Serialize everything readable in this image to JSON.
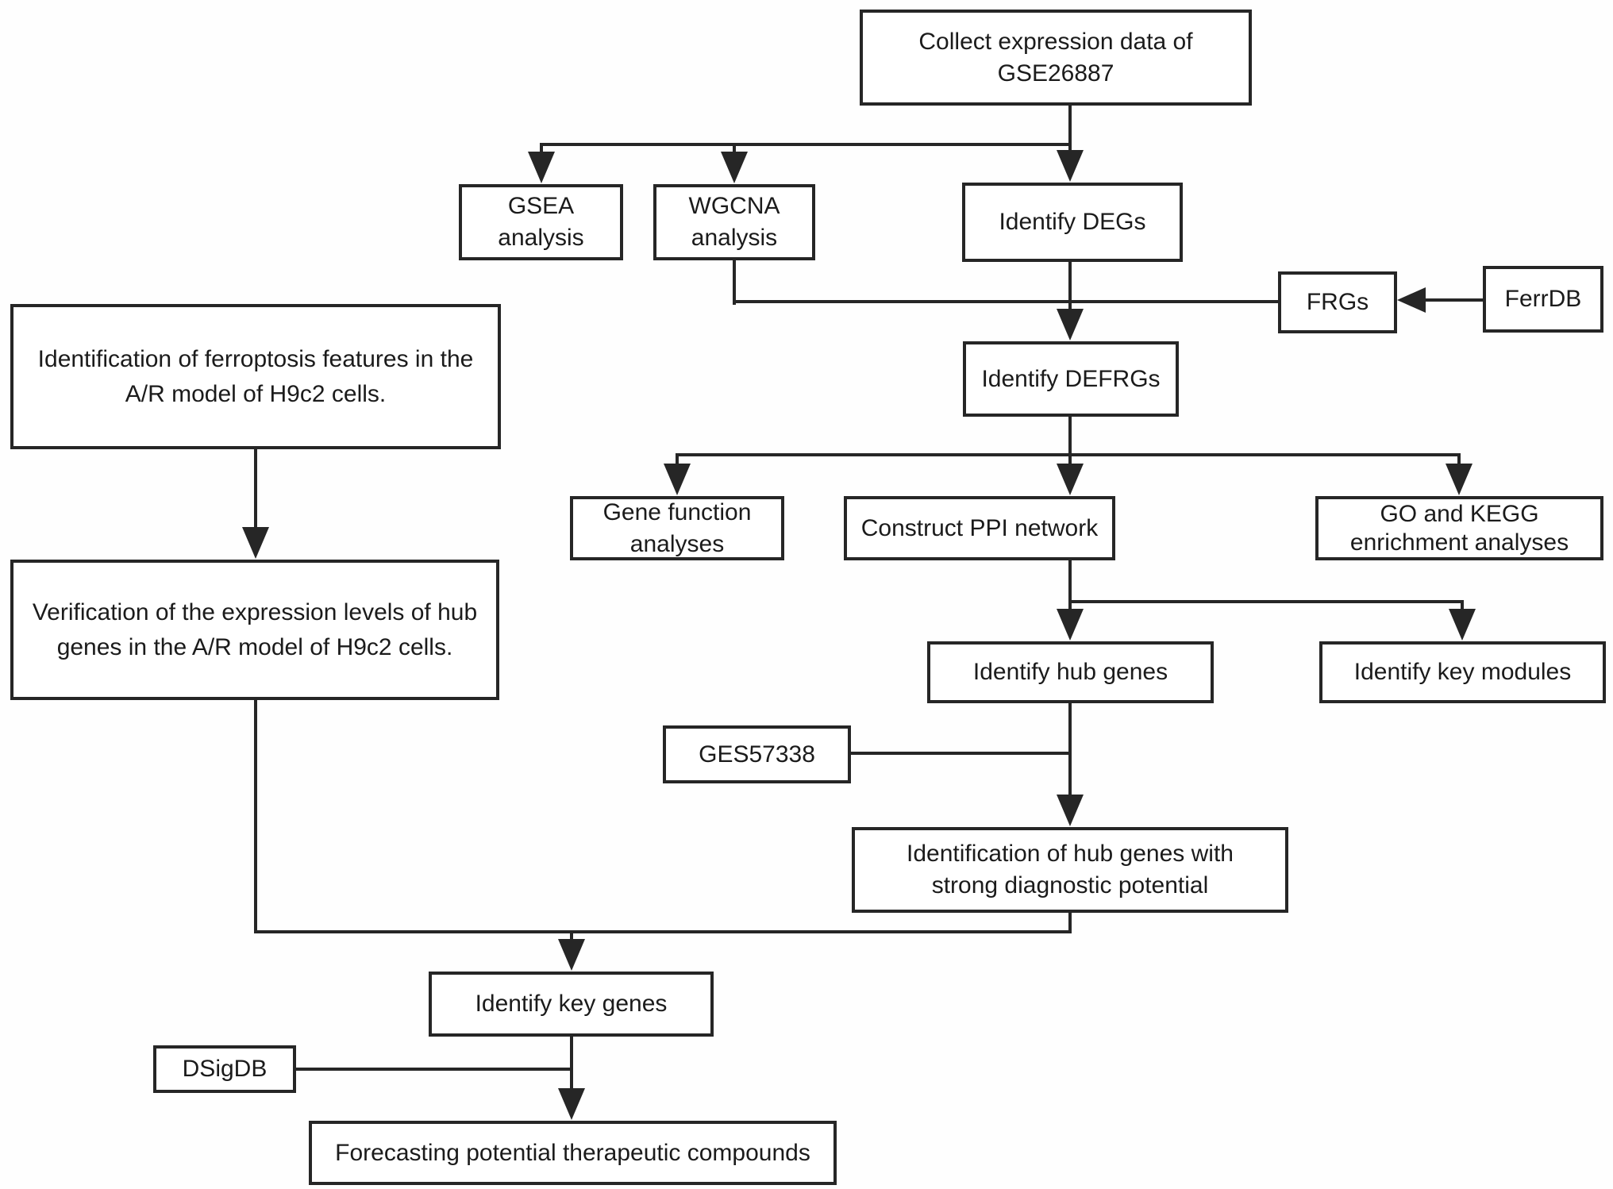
{
  "diagram": {
    "type": "flowchart",
    "background_color": "#ffffff",
    "line_color": "#262626",
    "box_border_color": "#262626",
    "box_fill_color": "#ffffff",
    "text_color": "#1b1b1b",
    "nodes": {
      "collect": {
        "label": "Collect expression data of GSE26887"
      },
      "gsea": {
        "label": "GSEA analysis"
      },
      "wgcna": {
        "label": "WGCNA analysis"
      },
      "degs": {
        "label": "Identify DEGs"
      },
      "frgs": {
        "label": "FRGs"
      },
      "ferrdb": {
        "label": "FerrDB"
      },
      "defrgs": {
        "label": "Identify DEFRGs"
      },
      "genefunc": {
        "label": "Gene function analyses"
      },
      "ppi": {
        "label": "Construct PPI network"
      },
      "gokegg": {
        "label": "GO and KEGG\nenrichment analyses"
      },
      "hubgenes": {
        "label": "Identify hub genes"
      },
      "keymodules": {
        "label": "Identify key modules"
      },
      "ges": {
        "label": "GES57338"
      },
      "diagnostic": {
        "label": "Identification of hub genes with\nstrong diagnostic potential"
      },
      "leftbox1": {
        "label": "Identification of ferroptosis features in the\nA/R model of H9c2 cells."
      },
      "leftbox2": {
        "label": "Verification of the expression levels of hub\ngenes in the A/R model of H9c2 cells."
      },
      "keygenes": {
        "label": "Identify key genes"
      },
      "dsigdb": {
        "label": "DSigDB"
      },
      "forecast": {
        "label": "Forecasting potential therapeutic compounds"
      }
    },
    "edges": [
      {
        "from": "collect",
        "to": "gsea",
        "arrow": true
      },
      {
        "from": "collect",
        "to": "wgcna",
        "arrow": true
      },
      {
        "from": "collect",
        "to": "degs",
        "arrow": true
      },
      {
        "from": "wgcna",
        "to": "frgs",
        "arrow": false
      },
      {
        "from": "ferrdb",
        "to": "frgs",
        "arrow": true
      },
      {
        "from": "frgs",
        "to": "defrgs",
        "arrow": true
      },
      {
        "from": "degs",
        "to": "defrgs",
        "arrow": true
      },
      {
        "from": "defrgs",
        "to": "genefunc",
        "arrow": true
      },
      {
        "from": "defrgs",
        "to": "ppi",
        "arrow": true
      },
      {
        "from": "defrgs",
        "to": "gokegg",
        "arrow": true
      },
      {
        "from": "ppi",
        "to": "hubgenes",
        "arrow": true
      },
      {
        "from": "ppi",
        "to": "keymodules",
        "arrow": true
      },
      {
        "from": "hubgenes",
        "to": "diagnostic",
        "arrow": true
      },
      {
        "from": "ges",
        "to": "diagnostic",
        "arrow": true
      },
      {
        "from": "leftbox1",
        "to": "leftbox2",
        "arrow": true
      },
      {
        "from": "leftbox2",
        "to": "keygenes",
        "arrow": true
      },
      {
        "from": "diagnostic",
        "to": "keygenes",
        "arrow": true
      },
      {
        "from": "keygenes",
        "to": "forecast",
        "arrow": true
      },
      {
        "from": "dsigdb",
        "to": "forecast",
        "arrow": true
      }
    ]
  }
}
